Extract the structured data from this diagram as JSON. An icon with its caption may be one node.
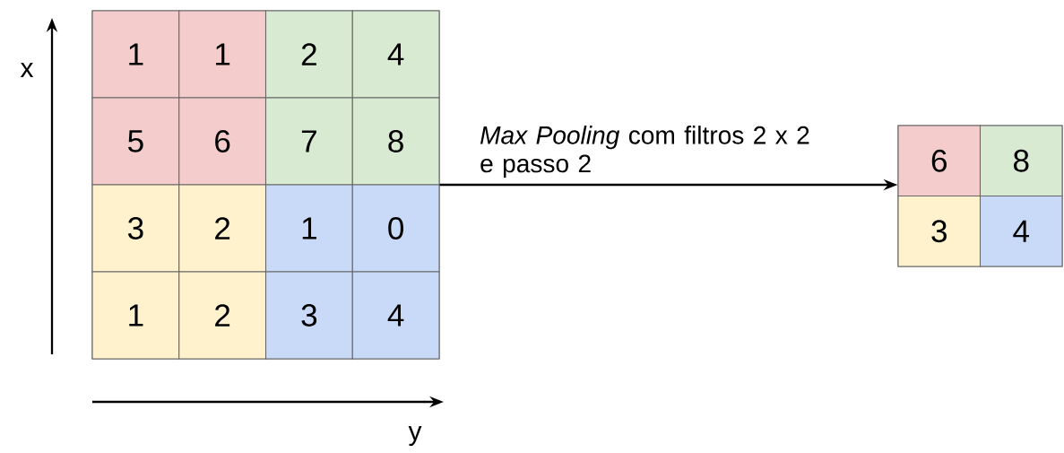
{
  "diagram": {
    "nodes": [
      {
        "text": [],
        "shape": "box"
      },
      {
        "text": [
          "1"
        ],
        "in": 0
      },
      {
        "text": [
          "1"
        ],
        "in": 0
      },
      {
        "text": [
          "2"
        ],
        "in": 0
      },
      {
        "text": [
          "4"
        ],
        "in": 0
      },
      {
        "text": [
          "5"
        ],
        "in": 0
      },
      {
        "text": [
          "6"
        ],
        "in": 0
      },
      {
        "text": [
          "7"
        ],
        "in": 0
      },
      {
        "text": [
          "8"
        ],
        "in": 0
      },
      {
        "text": [
          "3"
        ],
        "in": 0
      },
      {
        "text": [
          "2"
        ],
        "in": 0
      },
      {
        "text": [
          "1"
        ],
        "in": 0
      },
      {
        "text": [
          "0"
        ],
        "in": 0
      },
      {
        "text": [
          "1"
        ],
        "in": 0
      },
      {
        "text": [
          "2"
        ],
        "in": 0
      },
      {
        "text": [
          "3"
        ],
        "in": 0
      },
      {
        "text": [
          "4"
        ],
        "in": 0
      },
      {
        "text": [],
        "shape": "box"
      },
      {
        "text": [
          "6"
        ],
        "in": 17
      },
      {
        "text": [
          "8"
        ],
        "in": 17
      },
      {
        "text": [
          "3"
        ],
        "in": 17
      },
      {
        "text": [
          "4"
        ],
        "in": 17
      }
    ],
    "edges": [
      {
        "from": 0,
        "to": 17,
        "arrow": "to",
        "label": "*Max Pooling* com filtros 2 x 2 e passo 2"
      }
    ],
    "labels": [
      "x",
      "y"
    ]
  }
}
